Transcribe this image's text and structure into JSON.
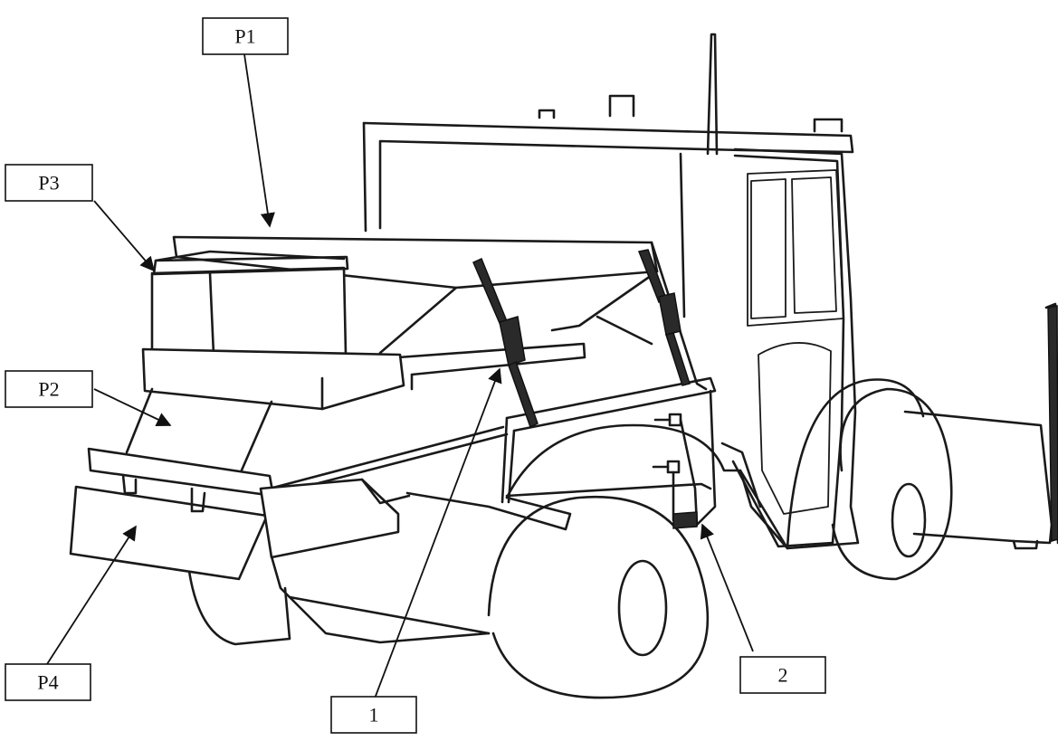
{
  "labels": {
    "P1": "P1",
    "P2": "P2",
    "P3": "P3",
    "P4": "P4",
    "n1": "1",
    "n2": "2"
  },
  "colors": {
    "line": "#1a1a1a",
    "background": "#ffffff"
  }
}
